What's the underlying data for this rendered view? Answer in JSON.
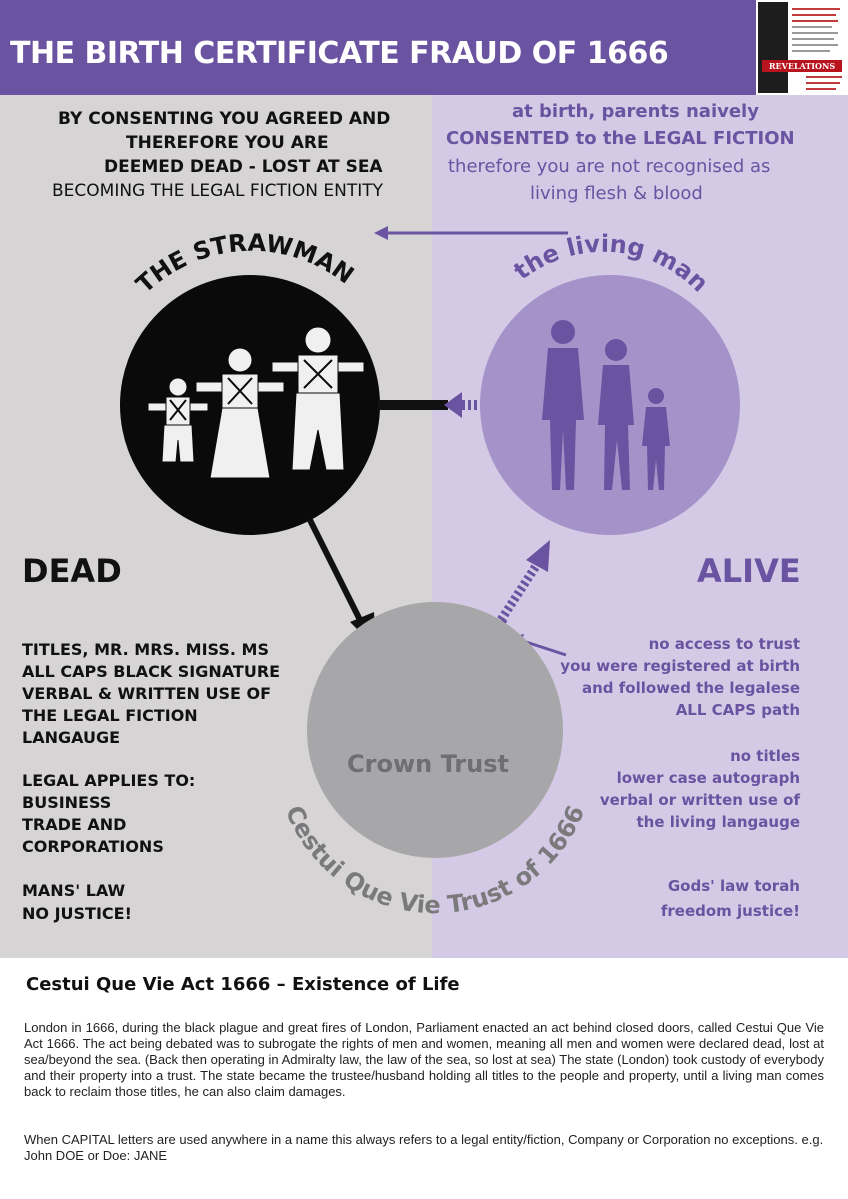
{
  "header": {
    "title": "THE BIRTH CERTIFICATE FRAUD OF 1666",
    "thumbnail_label": "REVELATIONS"
  },
  "left_intro": {
    "line1": "BY CONSENTING YOU AGREED AND",
    "line2": "THEREFORE  YOU ARE",
    "line3": "DEEMED DEAD - LOST AT SEA",
    "line4": "BECOMING THE LEGAL FICTION ENTITY"
  },
  "right_intro": {
    "line1": "at birth, parents naively",
    "line2": "CONSENTED to the LEGAL FICTION",
    "line3": "therefore you are not recognised as",
    "line4": "living flesh & blood"
  },
  "strawman": {
    "label": "THE STRAWMAN"
  },
  "living_man": {
    "label": "the living man"
  },
  "crown_trust": {
    "label": "Crown Trust",
    "arc_label": "Cestui Que Vie Trust of 1666"
  },
  "left_side": {
    "status": "DEAD",
    "list1": [
      "TITLES, MR. MRS. MISS. MS",
      "ALL CAPS BLACK SIGNATURE",
      "VERBAL & WRITTEN USE OF",
      "THE LEGAL FICTION",
      "LANGAUGE"
    ],
    "list2": [
      "LEGAL APPLIES TO:",
      "BUSINESS",
      "TRADE AND",
      "CORPORATIONS"
    ],
    "list3": [
      "MANS' LAW",
      "NO JUSTICE!"
    ]
  },
  "right_side": {
    "status": "ALIVE",
    "list1": [
      "no access to trust",
      "you were registered at birth",
      "and followed the legalese",
      "ALL CAPS path"
    ],
    "list2": [
      "no  titles",
      "lower case autograph",
      "verbal or written use of",
      "the living langauge"
    ],
    "list3": [
      "Gods' law torah",
      "freedom justice!"
    ]
  },
  "bottom": {
    "heading": "Cestui Que Vie Act 1666 – Existence of Life",
    "paragraph1": "London in 1666, during the black plague and great fires of London, Parliament enacted an act behind closed doors, called Cestui Que Vie Act 1666. The act being debated was to subrogate the rights of men and women, meaning all men and women were declared dead, lost at sea/beyond the sea. (Back then operating in Admiralty law, the law of the sea, so lost at sea) The state (London) took custody of everybody and their property into a trust. The state became the trustee/husband holding all titles to the people and property, until a living man comes back to reclaim those titles, he can also claim damages.",
    "paragraph2": "When CAPITAL letters are used anywhere in a name this always refers to a legal entity/fiction, Company or Corporation no exceptions. e.g. John DOE or Doe: JANE"
  },
  "colors": {
    "purple": "#6a53a0",
    "lavender": "#d4cae6",
    "light_grey": "#d6d4d5",
    "trust_grey": "#a7a6a8",
    "living_circle": "#a492c9",
    "figure_purple": "#6a53a0"
  }
}
